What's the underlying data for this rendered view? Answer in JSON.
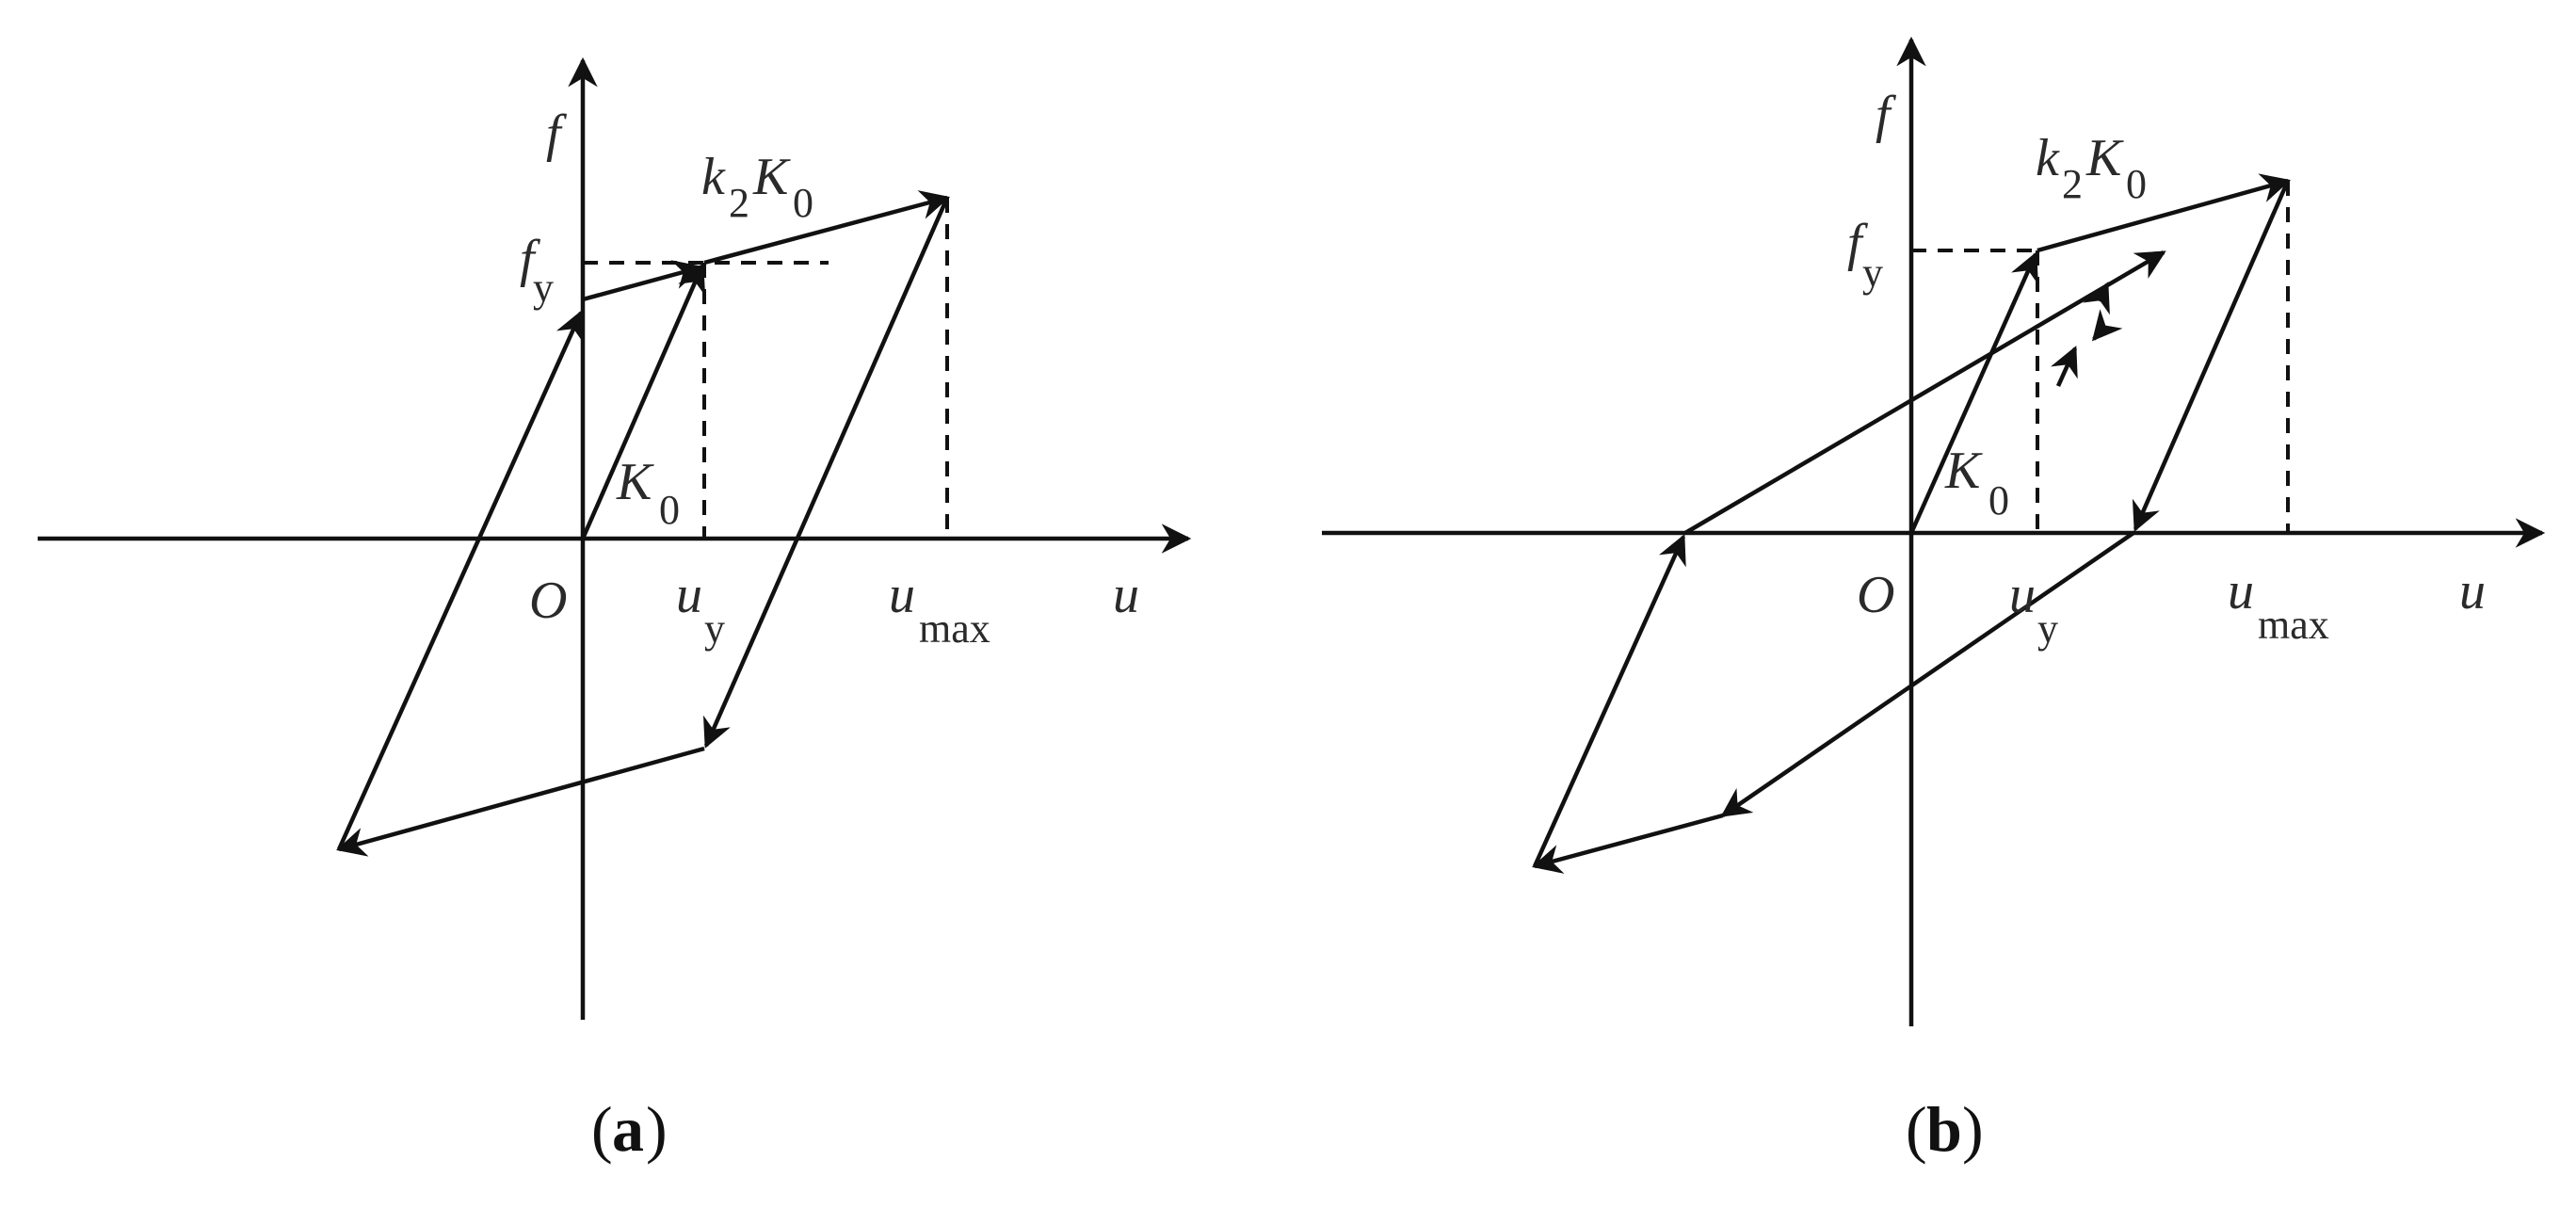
{
  "panels": [
    {
      "id": "a",
      "caption_open": "(",
      "caption_letter": "a",
      "caption_close": ")",
      "label_f": "f",
      "label_fy_main": "f",
      "label_fy_sub": "y",
      "label_k2K0_k": "k",
      "label_k2K0_2": "2",
      "label_k2K0_K": "K",
      "label_k2K0_0": "0",
      "label_K0_K": "K",
      "label_K0_0": "0",
      "label_O": "O",
      "label_uy_main": "u",
      "label_uy_sub": "y",
      "label_umax_main": "u",
      "label_umax_sub": "max",
      "label_u": "u"
    },
    {
      "id": "b",
      "caption_open": "(",
      "caption_letter": "b",
      "caption_close": ")",
      "label_f": "f",
      "label_fy_main": "f",
      "label_fy_sub": "y",
      "label_k2K0_k": "k",
      "label_k2K0_2": "2",
      "label_k2K0_K": "K",
      "label_k2K0_0": "0",
      "label_K0_K": "K",
      "label_K0_0": "0",
      "label_O": "O",
      "label_uy_main": "u",
      "label_uy_sub": "y",
      "label_umax_main": "u",
      "label_umax_sub": "max",
      "label_u": "u"
    }
  ],
  "colors": {
    "ink": "#111111",
    "label": "#2a2a2a",
    "background": "#ffffff"
  }
}
